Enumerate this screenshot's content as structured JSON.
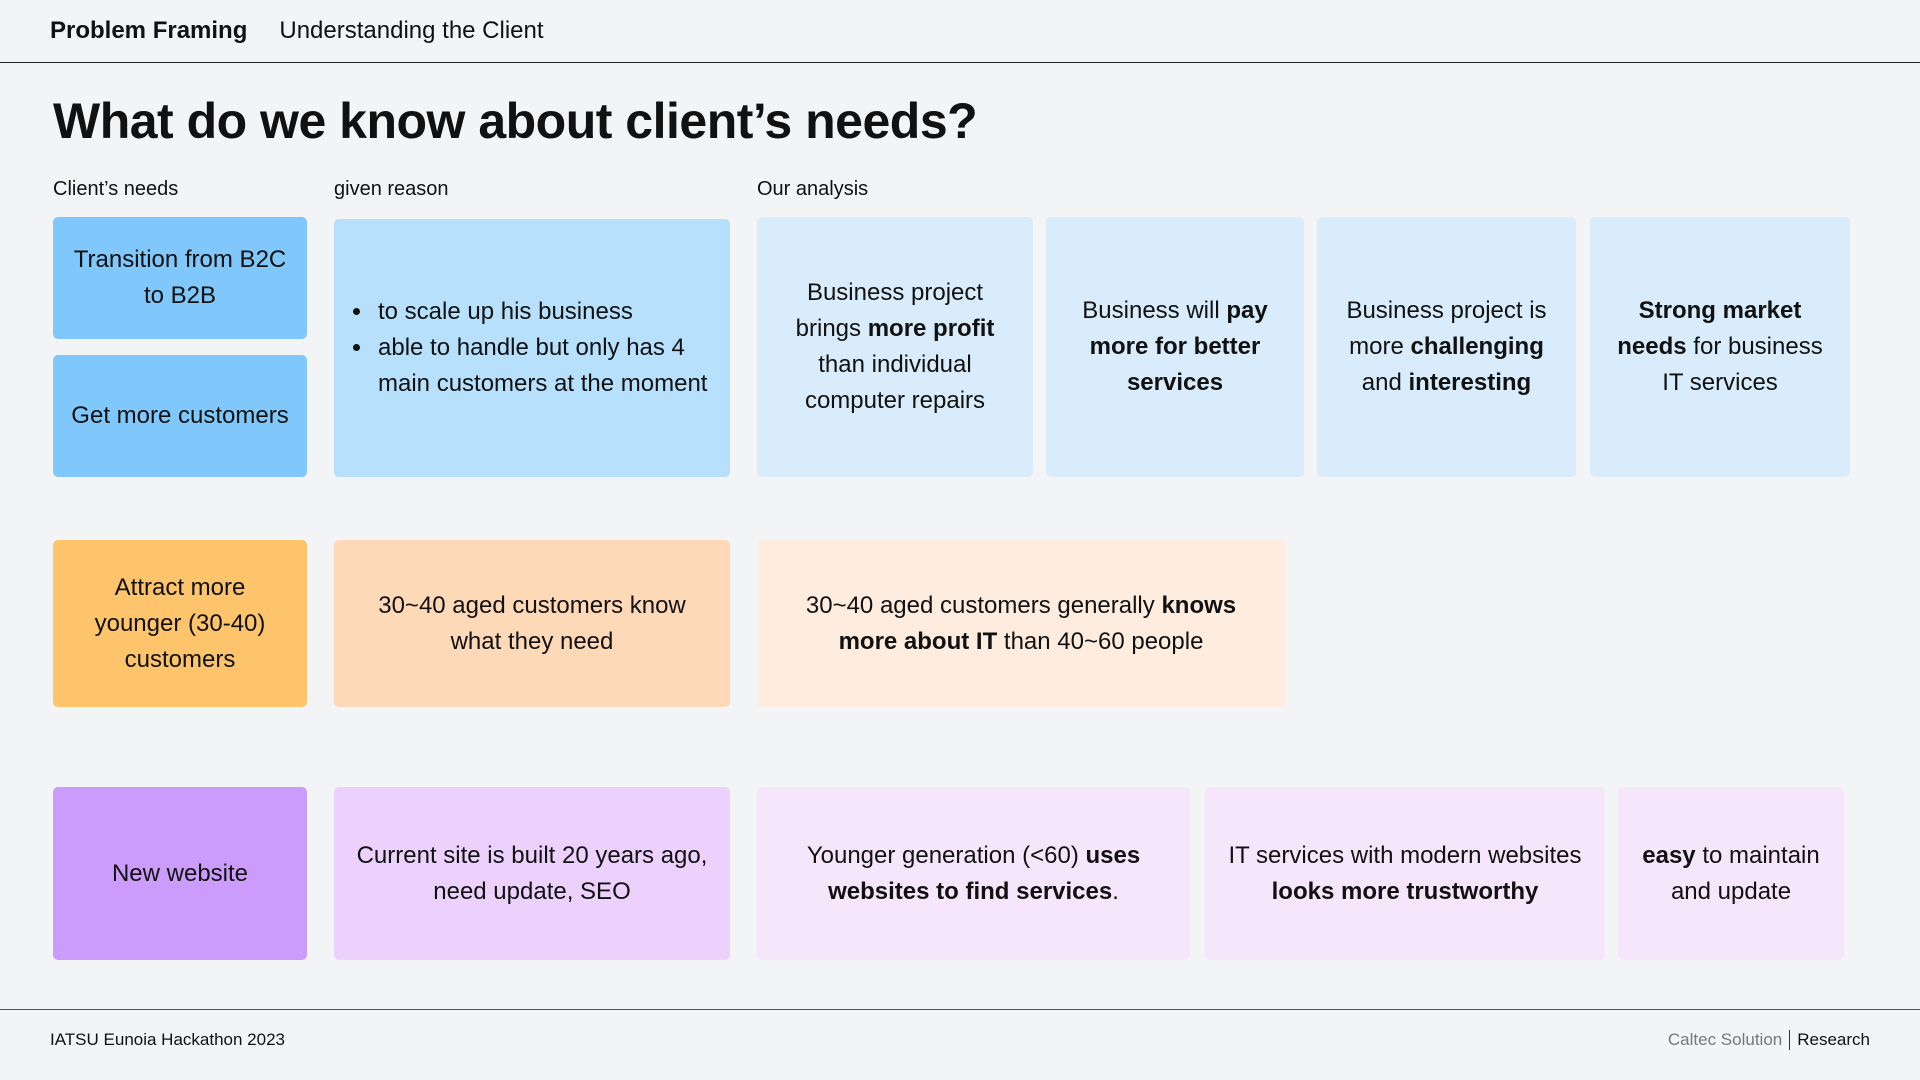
{
  "header": {
    "section": "Problem Framing",
    "subsection": "Understanding the Client"
  },
  "title": "What do we know about client’s needs?",
  "columns": {
    "needs": "Client’s needs",
    "reason": "given reason",
    "analysis": "Our analysis"
  },
  "rows": [
    {
      "needs": [
        "Transition from B2C to B2B",
        "Get more customers"
      ],
      "reasons": [
        "to scale up his business",
        "able to handle but only has 4 main customers at the moment"
      ],
      "analysis": [
        [
          {
            "t": "Business project brings "
          },
          {
            "t": "more profit",
            "b": true
          },
          {
            "t": " than individual computer repairs"
          }
        ],
        [
          {
            "t": "Business will "
          },
          {
            "t": "pay more for better services",
            "b": true
          }
        ],
        [
          {
            "t": "Business project is more "
          },
          {
            "t": "challenging",
            "b": true
          },
          {
            "t": " and "
          },
          {
            "t": "interesting",
            "b": true
          }
        ],
        [
          {
            "t": "Strong market needs",
            "b": true
          },
          {
            "t": " for business IT services"
          }
        ]
      ]
    },
    {
      "need": "Attract more younger (30-40) customers",
      "reason": "30~40 aged customers know what they need",
      "analysis": [
        [
          {
            "t": "30~40 aged customers generally "
          },
          {
            "t": "knows more about IT",
            "b": true
          },
          {
            "t": " than 40~60 people"
          }
        ]
      ]
    },
    {
      "need": "New website",
      "reason": "Current site is built 20 years ago, need update, SEO",
      "analysis": [
        [
          {
            "t": "Younger generation (<60) "
          },
          {
            "t": "uses websites to find services",
            "b": true
          },
          {
            "t": "."
          }
        ],
        [
          {
            "t": "IT services with modern websites "
          },
          {
            "t": "looks more trustworthy",
            "b": true
          }
        ],
        [
          {
            "t": "easy",
            "b": true
          },
          {
            "t": " to maintain and update"
          }
        ]
      ]
    }
  ],
  "footer": {
    "event": "IATSU Eunoia Hackathon 2023",
    "company": "Caltec Solution",
    "department": "Research"
  }
}
